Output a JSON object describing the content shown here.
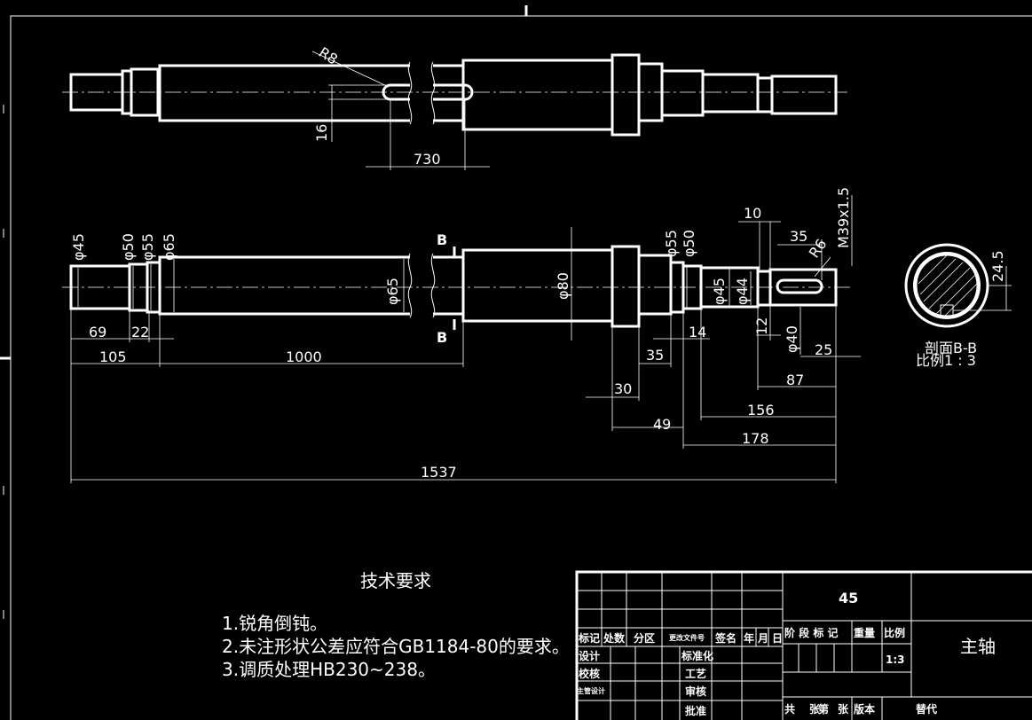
{
  "drawing": {
    "top_view": {
      "radius_label": "R8",
      "width_label": "16",
      "length_label": "730"
    },
    "main_view": {
      "left_diameters": [
        "φ45",
        "φ50",
        "φ55",
        "φ65"
      ],
      "mid_diameters": [
        "φ65",
        "φ80"
      ],
      "right_diameters": [
        "φ55",
        "φ50",
        "φ45",
        "φ44",
        "φ40"
      ],
      "thread_label": "M39x1.5",
      "radius_label": "R6",
      "top_dims": [
        "10",
        "35"
      ],
      "section_mark": "B",
      "horizontal_dims": {
        "d69": "69",
        "d22": "22",
        "d105": "105",
        "d1000": "1000",
        "d14": "14",
        "d35": "35",
        "d12": "12",
        "d25": "25",
        "d30": "30",
        "d87": "87",
        "d156": "156",
        "d49": "49",
        "d178": "178",
        "d1537": "1537"
      }
    },
    "section": {
      "title": "剖面B-B",
      "scale": "比例1 : 3",
      "depth_label": "24.5"
    }
  },
  "notes": {
    "title": "技术要求",
    "items": [
      "1.锐角倒钝。",
      "2.未注形状公差应符合GB1184-80的要求。",
      "3.调质处理HB230~238。"
    ]
  },
  "title_block": {
    "material": "45",
    "part_name": "主轴",
    "scale_value": "1:3",
    "header": [
      "标记",
      "处数",
      "分区",
      "更改文件号",
      "签名",
      "年",
      "月",
      "日"
    ],
    "roles": [
      "设计",
      "校核",
      "主管设计"
    ],
    "stages": [
      "标准化",
      "工艺",
      "审核",
      "批准"
    ],
    "meta_headers": [
      "阶 段 标 记",
      "重量",
      "比例"
    ],
    "bottom": [
      "共",
      "张",
      "第",
      "张",
      "版本",
      "替代"
    ]
  }
}
